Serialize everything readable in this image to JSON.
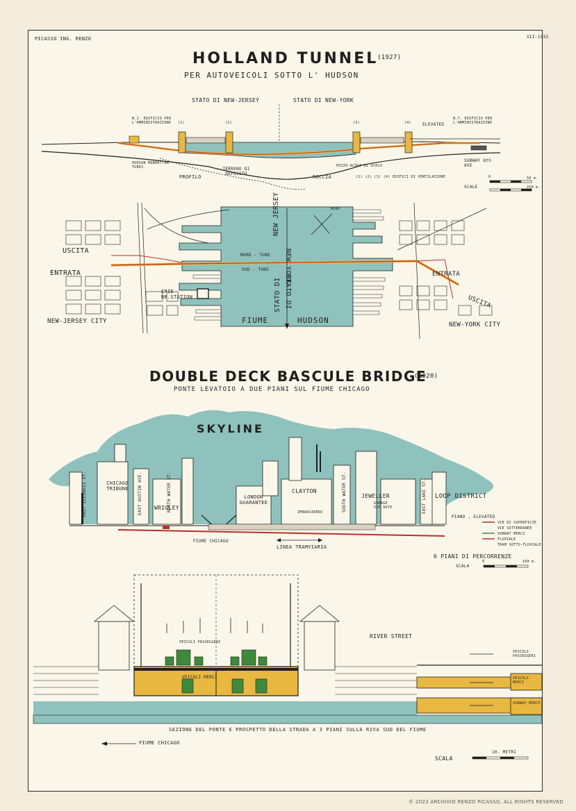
{
  "header": {
    "author": "PICASSO ING. RENZO",
    "code": "XII-1933"
  },
  "holland": {
    "title": "HOLLAND TUNNEL",
    "year": "(1927)",
    "subtitle": "PER AUTOVEICOLI SOTTO L' HUDSON",
    "state_nj": "STATO DI NEW-JERSEY",
    "state_ny": "STATO DI NEW-YORK",
    "profile": {
      "nj_building": "N.J. EDIFICIO PER L'AMMINISTRAZIONE",
      "ny_building": "N.Y. EDIFICIO PER L'AMMINISTRAZIONE",
      "elevated": "ELEVATED",
      "hudson_tubes": "HUDSON MANHATTAN TUBES",
      "profilo": "PROFILO",
      "terreno": "TERRENO DI DEPOSITO",
      "roccia": "ROCCIA",
      "pozzo": "POZZO-ACQUA DI SCOLO",
      "edifici": "(1) (2) (3) (4) EDIFICI DI VENTILAZIONE",
      "subway": "SUBWAY 6th AVE",
      "scale": "SCALE",
      "scale_50": "50 m.",
      "scale_250": "250 m.",
      "scale_0": "0",
      "n1": "(1)",
      "n2": "(2)",
      "n3": "(3)",
      "n4": "(4)"
    },
    "plan": {
      "uscita_left": "USCITA",
      "entrata_left": "ENTRATA",
      "erie": "ERIE RR.STATION",
      "nj_city": "NEW-JERSEY CITY",
      "nord_tube": "NORD - TUBE",
      "sud_tube": "SUD - TUBE",
      "new_jersey": "NEW JERSEY",
      "new_york": "NEW YORK",
      "stato_di_1": "STATO DI",
      "stato_di_2": "STATO DI",
      "nord": "NORD",
      "fiume": "FIUME",
      "hudson": "HUDSON",
      "entrata_right": "ENTRATA",
      "uscita_right": "USCITA",
      "ny_city": "NEW-YORK CITY"
    }
  },
  "bridge": {
    "title": "DOUBLE DECK BASCULE BRIDGE",
    "year": "(1920)",
    "subtitle": "PONTE LEVATOIO A DUE PIANI SUL FIUME CHICAGO",
    "skyline": {
      "title": "SKYLINE",
      "labels": [
        "EAST ILLINOIS ST.",
        "CHICAGO TRIBUNE",
        "EAST AUSTIN AVE.",
        "NORTH WATER ST.",
        "WRIGLEY",
        "LONDON GUARANTEE",
        "CLAYTON",
        "IMBARCADERO",
        "SOUTH WATER ST.",
        "JEWELLER",
        "GARAGE 525 AUTO",
        "EAST LAKE ST.",
        "LOOP DISTRICT"
      ],
      "fiume": "FIUME CHICAGO",
      "linea": "LINEA TRAMVIARIA",
      "legend": [
        "PIANO , ELEVATED",
        "VIE DI SUPERFICIE",
        "VIE SOTTERRANEE",
        "SUBWAY MERCI",
        "FLUVIALE",
        "TRAM SOTTO-FLUVIALE"
      ],
      "sei_piani": "6 PIANI DI PERCORRENZE",
      "scala": "SCALA",
      "scale_0": "0",
      "scale_100": "100 m."
    },
    "section": {
      "veicoli_passeggeri": "VEICOLI PASSEGGERI",
      "veicoli_merci": "VEICOLI MERCI",
      "river_street": "RIVER STREET",
      "right_vp": "VEICOLI PASSEGGERI",
      "right_vm": "VEICOLI MERCI",
      "right_sm": "SUBWAY MERCI",
      "caption": "SEZIONE DEL PONTE E PROSPETTO DELLA STRADA A 3 PIANI SULLA RIVA SUD DEL FIUME",
      "fiume": "FIUME CHICAGO",
      "scala": "SCALA",
      "metri": "10. METRI"
    }
  },
  "copyright": "© 2022 ARCHIVIO RENZO PICASSO, ALL RIGHTS RESERVED",
  "colors": {
    "water": "#8fc2bc",
    "paper": "#fbf6ea",
    "ink": "#1f1f1f",
    "tube_red": "#b8302a",
    "tube_yellow": "#e8b840",
    "green": "#3f8a3a"
  }
}
